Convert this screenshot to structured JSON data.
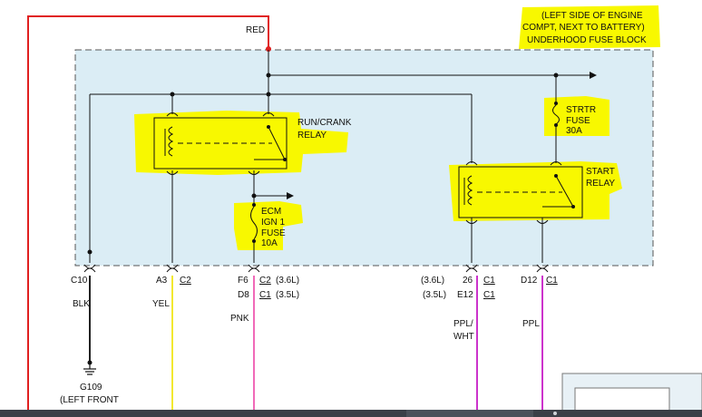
{
  "fuse_block": {
    "caption_lines": [
      "(LEFT SIDE OF ENGINE",
      "COMPT, NEXT TO BATTERY)",
      "UNDERHOOD FUSE BLOCK"
    ],
    "highlight_color": "#f8f800",
    "fill_color": "#dbedf5"
  },
  "wires": {
    "red": {
      "label": "RED",
      "color": "#e02020"
    },
    "yellow": {
      "color": "#f2e830"
    },
    "pink": {
      "color": "#f06ab8"
    },
    "purple": {
      "color": "#cc33cc"
    },
    "ground": {
      "color": "#222222"
    }
  },
  "relays": {
    "run_crank": {
      "label_line1": "RUN/CRANK",
      "label_line2": "RELAY"
    },
    "start": {
      "label_line1": "START",
      "label_line2": "RELAY"
    }
  },
  "fuses": {
    "strtr": {
      "line1": "STRTR",
      "line2": "FUSE",
      "line3": "30A"
    },
    "ecm": {
      "line1": "ECM",
      "line2": "IGN 1",
      "line3": "FUSE",
      "line4": "10A"
    }
  },
  "connectors": {
    "c10": {
      "pin": "C10",
      "wire": "BLK"
    },
    "a3": {
      "pin": "A3",
      "conn": "C2",
      "wire": "YEL"
    },
    "f6": {
      "pin": "F6",
      "conn": "C2",
      "engine": "(3.6L)"
    },
    "d8": {
      "pin": "D8",
      "conn": "C1",
      "engine": "(3.5L)",
      "wire": "PNK"
    },
    "p26": {
      "engine": "(3.6L)",
      "pin": "26",
      "conn": "C1"
    },
    "e12": {
      "engine": "(3.5L)",
      "pin": "E12",
      "conn": "C1",
      "wire_line1": "PPL/",
      "wire_line2": "WHT"
    },
    "d12": {
      "pin": "D12",
      "conn": "C1",
      "wire": "PPL"
    }
  },
  "ground": {
    "id": "G109",
    "location": "(LEFT FRONT"
  }
}
